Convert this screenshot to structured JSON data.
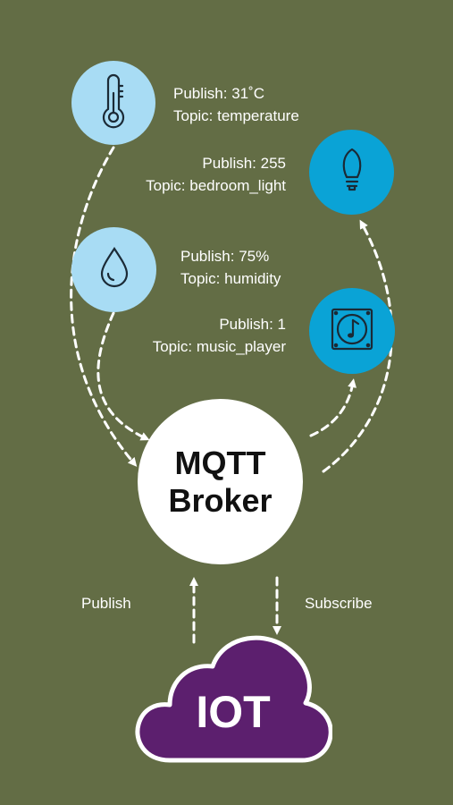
{
  "devices": {
    "temperature": {
      "icon": "thermometer-icon",
      "publish": "Publish: 31˚C",
      "topic": "Topic: temperature"
    },
    "bedroom_light": {
      "icon": "light-bulb-icon",
      "publish": "Publish: 255",
      "topic": "Topic: bedroom_light"
    },
    "humidity": {
      "icon": "water-drop-icon",
      "publish": "Publish: 75%",
      "topic": "Topic: humidity"
    },
    "music_player": {
      "icon": "music-player-icon",
      "publish": "Publish: 1",
      "topic": "Topic: music_player"
    }
  },
  "broker": {
    "line1": "MQTT",
    "line2": "Broker"
  },
  "cloud": {
    "label": "IOT",
    "color": "#5c1f6e"
  },
  "links": {
    "publish": "Publish",
    "subscribe": "Subscribe"
  },
  "colors": {
    "background": "#636d45",
    "sensor_circle": "#a8dcf4",
    "actuator_circle": "#0aa3d6",
    "broker_circle": "#ffffff"
  }
}
